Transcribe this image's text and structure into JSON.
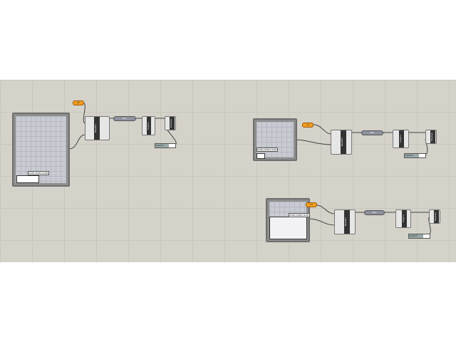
{
  "canvas": {
    "background": "#d5d2ca",
    "accent": "#f29b1f"
  },
  "groups": [
    {
      "readout": "0.00 | 0.00 | 0.00",
      "slider": "SP",
      "reader": "ReadSrf",
      "ramp": "Rec",
      "curve": "ImgCrv",
      "preview": "Preview",
      "swatch": "Swatch"
    },
    {
      "readout": "0.00 | 0.00 | 0.00",
      "slider": "SP",
      "reader": "ReadSrf",
      "ramp": "Rec",
      "curve": "ImgCrv",
      "preview": "Preview",
      "swatch": "Swatch"
    },
    {
      "readout": "0.00 | 0.00 | 0.00",
      "slider": "SP",
      "reader": "ReadSrf",
      "ramp": "Rec",
      "curve": "ImgCrv",
      "preview": "Preview",
      "swatch": "Swatch"
    }
  ]
}
